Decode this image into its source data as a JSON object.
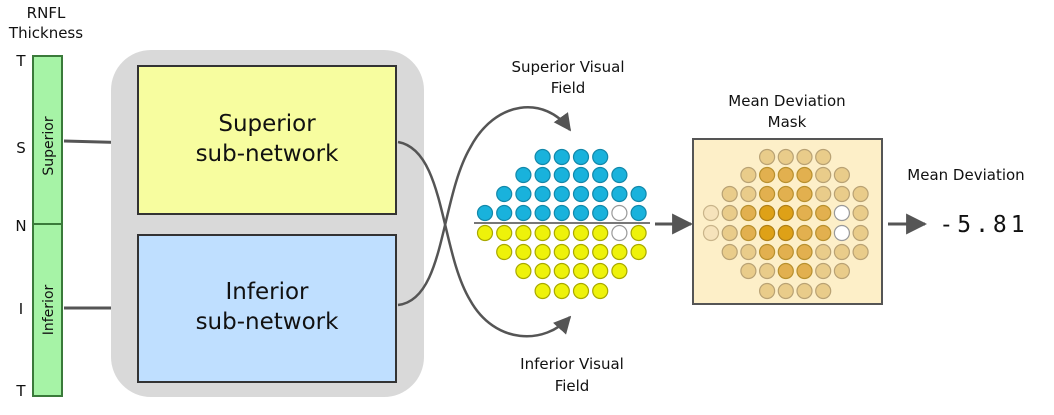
{
  "rnfl": {
    "title_line1": "RNFL",
    "title_line2": "Thickness",
    "ticks": [
      "T",
      "S",
      "N",
      "I",
      "T"
    ],
    "segment_superior": "Superior",
    "segment_inferior": "Inferior"
  },
  "network": {
    "superior_line1": "Superior",
    "superior_line2": "sub-network",
    "inferior_line1": "Inferior",
    "inferior_line2": "sub-network"
  },
  "visual_field": {
    "superior_line1": "Superior Visual",
    "superior_line2": "Field",
    "inferior_line1": "Inferior Visual",
    "inferior_line2": "Field"
  },
  "mask": {
    "title_line1": "Mean Deviation",
    "title_line2": "Mask"
  },
  "output": {
    "title": "Mean Deviation",
    "value": "-5.81"
  },
  "colors": {
    "green": "#a6f3a6",
    "yellow": "#f7fd9f",
    "blue": "#bfdfff",
    "gray_panel": "#d9d9d9",
    "cyan_dot": "#19b2dc",
    "yellow_dot": "#eef20a",
    "mask_bg": "#fdefc8"
  }
}
